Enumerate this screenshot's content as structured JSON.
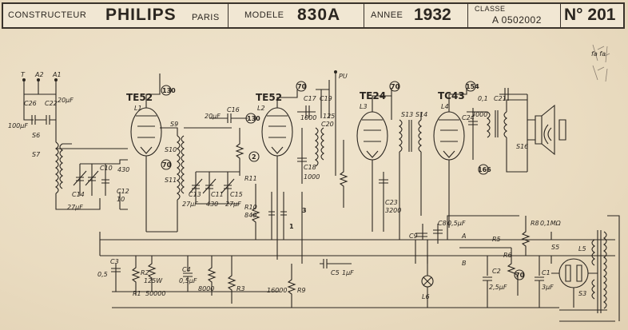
{
  "title_block": {
    "constructor_label": "CONSTRUCTEUR",
    "brand": "PHILIPS",
    "city": "PARIS",
    "model_label": "MODELE",
    "model": "830A",
    "year_label": "ANNEE",
    "year": "1932",
    "class_label": "CLASSE",
    "class_value": "A 0502002",
    "number": "N° 201"
  },
  "tubes": [
    {
      "name": "TE52",
      "coil": "L1",
      "ref": "130"
    },
    {
      "name": "TE52",
      "coil": "L2",
      "ref": "70"
    },
    {
      "name": "TE24",
      "coil": "L3",
      "ref": "70"
    },
    {
      "name": "TC43",
      "coil": "L4",
      "ref": "154"
    }
  ],
  "terminals": [
    "T",
    "A2",
    "A1",
    "PU"
  ],
  "margin_note": "fa fa",
  "labels": {
    "c26": "C26",
    "c22": "C22",
    "c22v": "20µF",
    "c26v": "100µF",
    "s6": "S6",
    "s7": "S7",
    "s9": "S9",
    "s10": "S10",
    "s11": "S11",
    "c10": "C10",
    "c10v": "430",
    "c12": "C12",
    "c12v": "10",
    "c14": "C14",
    "c14v": "27µF",
    "c13": "C13",
    "c13v": "27µF",
    "c11": "C11",
    "c11v": "430",
    "c15": "C15",
    "c15v": "27µF",
    "c16": "C16",
    "c16v": "20µF",
    "r11": "R11",
    "r10": "R10",
    "r10v": "840",
    "c17": "C17",
    "c17v": "1000",
    "c19": "C19",
    "c18": "C18",
    "c18v": "1000",
    "c20": "C20",
    "c20v": "125",
    "c21": "C21",
    "c21v": "0,1",
    "c24": "C24",
    "c24v": "3000",
    "c23": "C23",
    "c23v": "3200",
    "s16": "S16",
    "s13": "S13",
    "s14": "S14",
    "r2": "R2",
    "r2v": "125W",
    "r1": "R1",
    "r1v": "50000",
    "c3": "C3",
    "c3v": "0,5",
    "c4": "C4",
    "c4v": "0,5µF",
    "r3": "R3",
    "r3v": "8000",
    "r9": "R9",
    "r9v": "16000",
    "c5": "C5",
    "c5v": "1µF",
    "c9": "C9",
    "c8": "C8",
    "c8v": "0,5µF",
    "ra": "A",
    "rb": "B",
    "r8": "R8",
    "r8v": "0,1MΩ",
    "r5": "R5",
    "r6": "R6",
    "c2": "C2",
    "c2v": "2,5µF",
    "c1": "C1",
    "c1v": "3µF",
    "l6": "L6",
    "l5": "L5",
    "s3": "S3",
    "s5": "S5",
    "ref2": "2",
    "ref70a": "70",
    "ref166": "166",
    "ref70b": "70",
    "ref1": "1",
    "ref3": "3"
  }
}
